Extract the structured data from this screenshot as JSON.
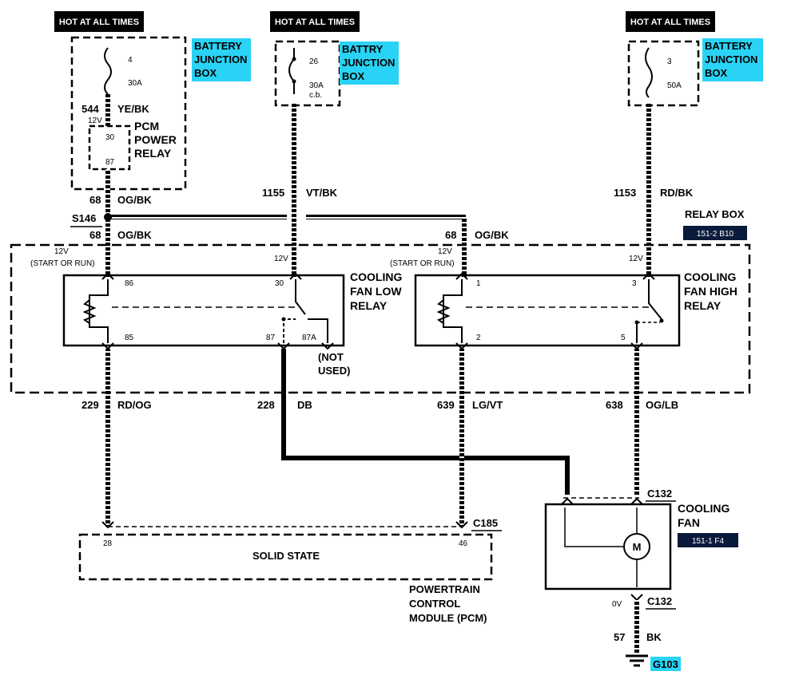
{
  "hot_labels": [
    "HOT AT ALL TIMES",
    "HOT AT ALL TIMES",
    "HOT AT ALL TIMES"
  ],
  "bjb": {
    "left": [
      "BATTERY",
      "JUNCTION",
      "BOX"
    ],
    "mid": [
      "BATTRY",
      "JUNCTION",
      "BOX"
    ],
    "right": [
      "BATTERY",
      "JUNCTION",
      "BOX"
    ]
  },
  "fuses": {
    "left": {
      "num": "4",
      "amp": "30A"
    },
    "mid": {
      "num": "26",
      "amp": "30A",
      "note": "c.b."
    },
    "right": {
      "num": "3",
      "amp": "50A"
    }
  },
  "pcm_relay": {
    "lines": [
      "PCM",
      "POWER",
      "RELAY"
    ],
    "pin_top": "30",
    "pin_bot": "87"
  },
  "wires": {
    "w544": {
      "num": "544",
      "color": "YE/BK"
    },
    "w68a": {
      "num": "68",
      "color": "OG/BK"
    },
    "w68b": {
      "num": "68",
      "color": "OG/BK"
    },
    "w68c": {
      "num": "68",
      "color": "OG/BK"
    },
    "w1155": {
      "num": "1155",
      "color": "VT/BK"
    },
    "w1153": {
      "num": "1153",
      "color": "RD/BK"
    },
    "w229": {
      "num": "229",
      "color": "RD/OG"
    },
    "w228": {
      "num": "228",
      "color": "DB"
    },
    "w639": {
      "num": "639",
      "color": "LG/VT"
    },
    "w638": {
      "num": "638",
      "color": "OG/LB"
    },
    "w57": {
      "num": "57",
      "color": "BK"
    }
  },
  "splice": "S146",
  "voltages": {
    "v12": "12V",
    "v0": "0V"
  },
  "start_or_run": "(START OR RUN)",
  "relay_box": {
    "label": "RELAY BOX",
    "ref": "151-2 B10"
  },
  "low_relay": {
    "lines": [
      "COOLING",
      "FAN LOW",
      "RELAY"
    ],
    "pins": [
      "86",
      "85",
      "30",
      "87",
      "87A"
    ]
  },
  "not_used": [
    "(NOT",
    "USED)"
  ],
  "high_relay": {
    "lines": [
      "COOLING",
      "FAN HIGH",
      "RELAY"
    ],
    "pins": [
      "1",
      "2",
      "3",
      "5"
    ]
  },
  "connectors": {
    "c185": "C185",
    "c132a": "C132",
    "c132b": "C132"
  },
  "pcm": {
    "pin_left": "28",
    "pin_right": "46",
    "center": "SOLID STATE",
    "lines": [
      "POWERTRAIN",
      "CONTROL",
      "MODULE (PCM)"
    ]
  },
  "fan": {
    "lines": [
      "COOLING",
      "FAN"
    ],
    "ref": "151-1 F4",
    "motor": "M"
  },
  "ground": "G103",
  "colors": {
    "callout": "#29d3f5",
    "ref_bg": "#0a1a3a",
    "ink": "#000000"
  }
}
